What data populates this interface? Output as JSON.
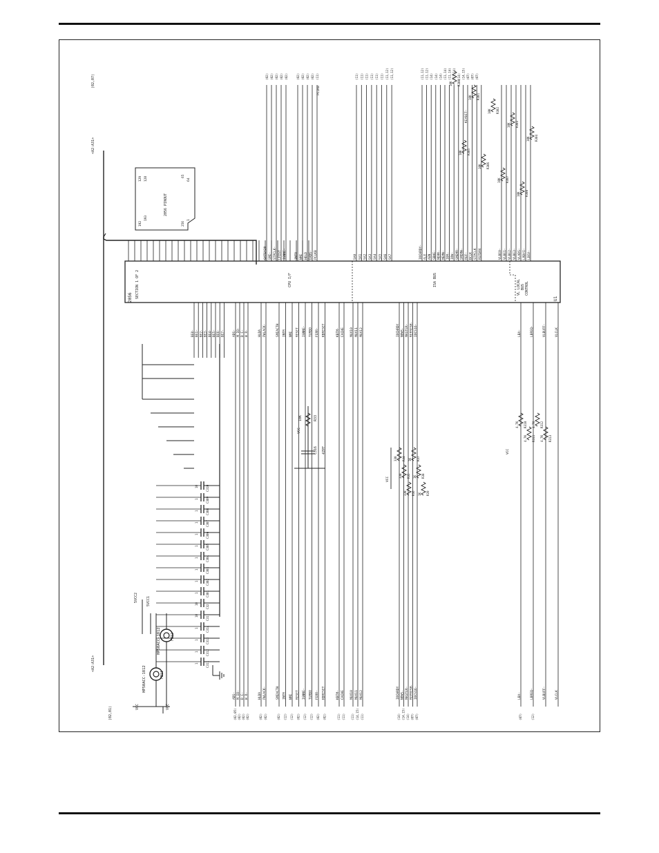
{
  "colors": {
    "ink": "#222222",
    "page": "#ffffff"
  },
  "sheet": {
    "offpage_top_left": "<A2:A31>",
    "offpage_top_right": "(02,07)",
    "offpage_bottom_left": "<A2:A31>",
    "offpage_bottom_right": "(02,01)"
  },
  "chip": {
    "ref": "2056",
    "section": "SECTION 1 OF 2",
    "designator": "U1",
    "block_cpu": "CPU I/F",
    "block_isa": "ISA BUS",
    "block_vl1": "VL LOCAL",
    "block_vl2": "BUS",
    "block_vl3": "CONTROL"
  },
  "pinout_box": {
    "title": "2056 PINOUT",
    "corner_tl": "192",
    "corner_tr": "129",
    "corner_bl": "256",
    "corner_br": "65",
    "mid_t": "128",
    "mid_b": "64",
    "pin1": "1",
    "pin193": "193"
  },
  "ferrites": [
    {
      "ref": "FB11",
      "part": "HP50ACC-1812",
      "net_in": "VCC",
      "net_out": "5VCC2"
    },
    {
      "ref": "FB12",
      "part": "HP50ACC-1812",
      "net_in": "VCC",
      "net_out": "5VCC1"
    }
  ],
  "caps_left": [
    "C311",
    "C312",
    "C313",
    "C314",
    "C31",
    "C32",
    "C301",
    "C302",
    "C303",
    "C304",
    "C305",
    "C306",
    "C307",
    "C308",
    "C309",
    "C310"
  ],
  "cap_values": [
    "1",
    "1",
    "1",
    "1",
    "10",
    "10",
    "1",
    "1",
    "1",
    "1",
    "1",
    "1",
    "1",
    "1",
    "1",
    "10"
  ],
  "left_nets": {
    "power": [
      "VCC",
      "5VCC",
      "5VCC1",
      "5VCC2"
    ],
    "bus1": [
      "BE0-",
      "BE1-",
      "BE2-",
      "BE3-",
      "BE4-",
      "BE5-",
      "BE6-",
      "BE7-"
    ],
    "ads_group": [
      "ADS-",
      "M_IO-",
      "D_C-",
      "W_R-"
    ],
    "hold_group": [
      "HLDA",
      "PWLACK-"
    ],
    "misc_group": [
      "SMIACTH",
      "INTR",
      "NMI",
      "RESET",
      "IGNNE-",
      "TURBO",
      "FERR-",
      "KBRESET"
    ],
    "kbd_group": [
      "KBTM-",
      "CACHE"
    ],
    "mux_group": [
      "MUX10",
      "MUX11",
      "MUX12"
    ],
    "io_group": [
      "IOCHRDY",
      "NOWS-",
      "MASTER-",
      "REFRESH-",
      "IOCS16-"
    ],
    "vl_group": [
      "LBA-",
      "LBREQ-",
      "VLBUFF-",
      "VLCLK"
    ]
  },
  "left_refs": [
    "(02,05)",
    "(02)",
    "(02)",
    "(02)",
    "(02)",
    "(02)",
    "(02)",
    "(12)",
    "(12)",
    "(02)",
    "(12)",
    "(12)",
    "(02)",
    "(02)",
    "(11)",
    "(11)",
    "(11)",
    "(14,15)",
    "(11)",
    "(14)",
    "(14,15)",
    "(14)",
    "(07)",
    "(07)",
    "(07)",
    "(12)"
  ],
  "right_nets": {
    "gatea20": [
      "GATEA20",
      "SMI-",
      "STPCLK-",
      "LFIST",
      "IGNNE-"
    ],
    "cpu_irq": [
      "INTR",
      "NMI",
      "HOLD",
      "EADS-",
      "PCLKB"
    ],
    "isa_addr": [
      "SA0",
      "SA1",
      "SA2",
      "SA3",
      "SA4",
      "SA5",
      "SA6",
      "SA7"
    ],
    "isa_ctrl": [
      "IOCHRDY-",
      "ALE",
      "AEN",
      "SBHE-",
      "MEMR-",
      "MEMW-",
      "IOR-",
      "IOW-",
      "SMEMR-",
      "SMEMW-",
      "REF-",
      "BCLK",
      "STPCLK",
      "RSTDRV"
    ],
    "vl_ctrl": [
      "VLBE0-",
      "VLBE1-",
      "VLBE2-",
      "VLBE3-",
      "VLADS-",
      "LRDYI-",
      "LDEV-"
    ],
    "resistors": [
      "R300",
      "R301",
      "R302",
      "R303",
      "R304",
      "R305",
      "R306",
      "R307",
      "R308"
    ],
    "res_values": [
      "10K",
      "10K",
      "10K",
      "10K",
      "10K",
      "10K",
      "10K",
      "10K",
      "10K"
    ]
  },
  "right_refs": [
    "(02)",
    "(02)",
    "(02)",
    "(02)",
    "(02)",
    "(02)",
    "(02)",
    "(02)",
    "(02)",
    "(11)",
    "(11)",
    "(11)",
    "(11)",
    "(11)",
    "(11)",
    "(11)",
    "(11,12)",
    "(11,12)",
    "(11,12)",
    "(11,12)",
    "(14)",
    "(14)",
    "(14)",
    "(11,14)",
    "(11,14)",
    "(11,14)",
    "(14)",
    "(14,15)",
    "(07)",
    "(07)",
    "(07)"
  ],
  "misc_labels": {
    "vcc1": "VCC",
    "vcc2": "VCC",
    "vcc3": "VCC",
    "r33": "R33",
    "r33v": "10K",
    "r34": "R34",
    "r35": "R35",
    "r36": "R36",
    "r37": "R37",
    "r38": "R38",
    "r39": "R39",
    "r3x_v": "330",
    "r3y_v": "1K",
    "r310": "R310",
    "r311": "R311",
    "r312": "R312",
    "r313": "R313",
    "r31xv": "4.7K",
    "c_osc": "C316",
    "c_oscv": "47PF",
    "keybit": "KEYBIT-",
    "pclkb": "PCLKB"
  }
}
